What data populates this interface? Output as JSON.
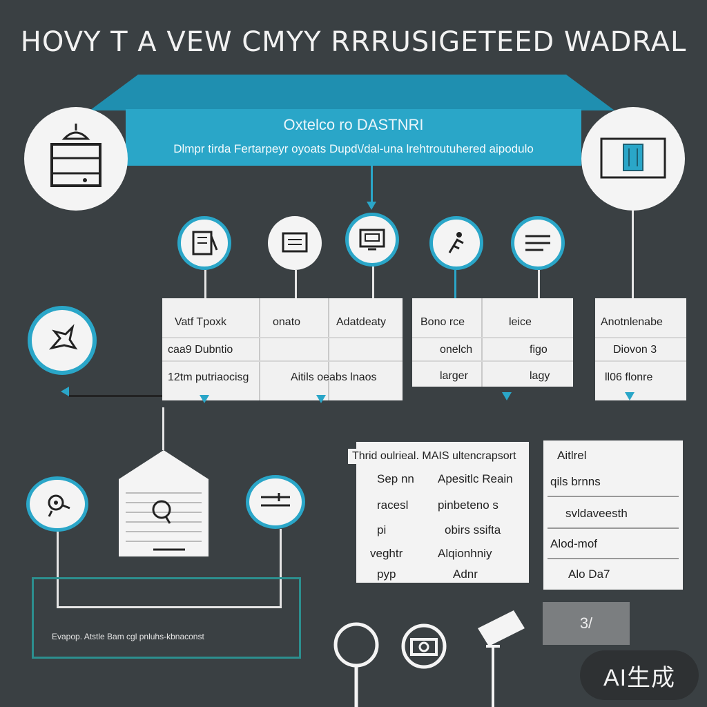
{
  "title": "HOVY T A VEW CMYY RRRUSIGETEED WADRAL",
  "banner": {
    "heading": "Oxtelco ro DASTNRI",
    "subtext": "Dlmpr tirda Fertarpeyr oyoats Dupd\\/dal-una lrehtroutuhered aipodulo"
  },
  "table_left": {
    "row1": [
      "Vatf Tpoxk",
      "onato",
      "Adatdeaty"
    ],
    "row2": [
      "caa9 Dubntio",
      ""
    ],
    "row3": [
      "12tm putriaocisg",
      "Aitils oeabs lnaos"
    ]
  },
  "table_mid": {
    "row1": [
      "Bono rce",
      "leice"
    ],
    "row2": [
      "onelch",
      "figo"
    ],
    "row3": [
      "larger",
      "lagy"
    ]
  },
  "table_right": {
    "row1": "Anotnlenabe",
    "row2": "Diovon 3",
    "row3": "ll06 flonre"
  },
  "panel_center": {
    "header": "Thrid oulrieal. MAIS ultencrapsort",
    "left_items": [
      "Sep nn",
      "racesl",
      "pi",
      "veghtr",
      "pyp"
    ],
    "right_items": [
      "Apesitlc Reain",
      "pinbeteno s",
      "obirs ssifta",
      "Alqionhniy",
      "Adnr"
    ]
  },
  "panel_right": {
    "items": [
      "Aitlrel",
      "qils brnns",
      "svldaveesth",
      "Alod-mof",
      "Alo Da7"
    ]
  },
  "bottom_caption": "Evapop. Atstle Bam cgl pnluhs-kbnaconst",
  "pill_label": "3/",
  "badge": "AI生成",
  "colors": {
    "background": "#3a4043",
    "accent": "#2aa6c8",
    "panel": "#f3f3f3",
    "outline": "#2c8f8f"
  }
}
